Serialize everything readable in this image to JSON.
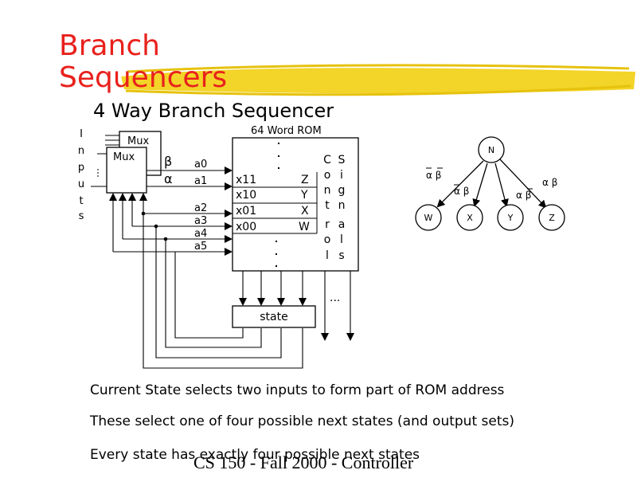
{
  "slide": {
    "title_line1": "Branch",
    "title_line2": "Sequencers",
    "subtitle": "4 Way Branch Sequencer",
    "footer": "CS 150 - Fall 2000 - Controller",
    "bullets": [
      "Current State selects two inputs to form part of ROM address",
      "These select one of four possible next states (and output sets)",
      "Every state has exactly four possible next states"
    ],
    "colors": {
      "title": "#e8211c",
      "brush": "#f2d21c"
    }
  },
  "circuit": {
    "inputs_label": [
      "I",
      "n",
      "p",
      "u",
      "t",
      "s"
    ],
    "mux_back_label": "Mux",
    "mux_front_label": "Mux",
    "beta": "β",
    "alpha": "α",
    "rom_label": "64 Word ROM",
    "rom_rows": [
      "x11",
      "x10",
      "x01",
      "x00"
    ],
    "rom_outputs": [
      "Z",
      "Y",
      "X",
      "W"
    ],
    "control_word": [
      "C",
      "o",
      "n",
      "t",
      "r",
      "o",
      "l"
    ],
    "signals_word": [
      "S",
      "i",
      "g",
      "n",
      "a",
      "l",
      "s"
    ],
    "address_labels": [
      "a0",
      "a1",
      "a2",
      "a3",
      "a4",
      "a5"
    ],
    "state_label": "state",
    "ellipsis": "..."
  },
  "state_graph": {
    "source": "N",
    "targets": [
      "W",
      "X",
      "Y",
      "Z"
    ],
    "edge_labels": [
      "α β",
      "α β",
      "α β",
      "α β"
    ]
  }
}
